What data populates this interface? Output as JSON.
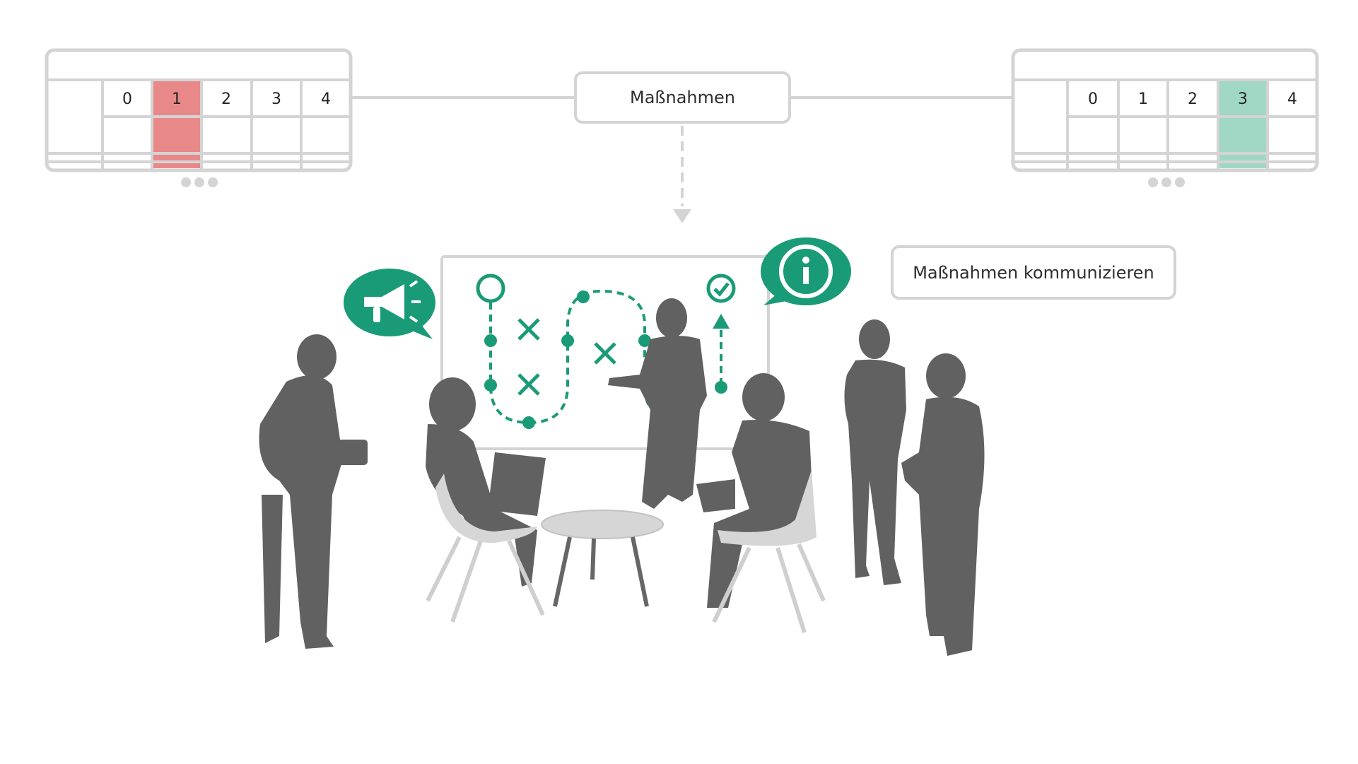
{
  "labels": {
    "measures": "Maßnahmen",
    "communicate": "Maßnahmen kommunizieren"
  },
  "scales": [
    {
      "values": [
        "0",
        "1",
        "2",
        "3",
        "4"
      ],
      "highlighted": "1",
      "highlight_color": "#e57373"
    },
    {
      "values": [
        "0",
        "1",
        "2",
        "3",
        "4"
      ],
      "highlighted": "3",
      "highlight_color": "#97d3bf"
    }
  ],
  "colors": {
    "accent_green": "#1a9b78",
    "silhouette": "#616161",
    "lines": "#d4d4d4"
  },
  "icons": [
    "megaphone-icon",
    "info-icon",
    "check-icon",
    "cross-icon",
    "more-dots-icon"
  ]
}
